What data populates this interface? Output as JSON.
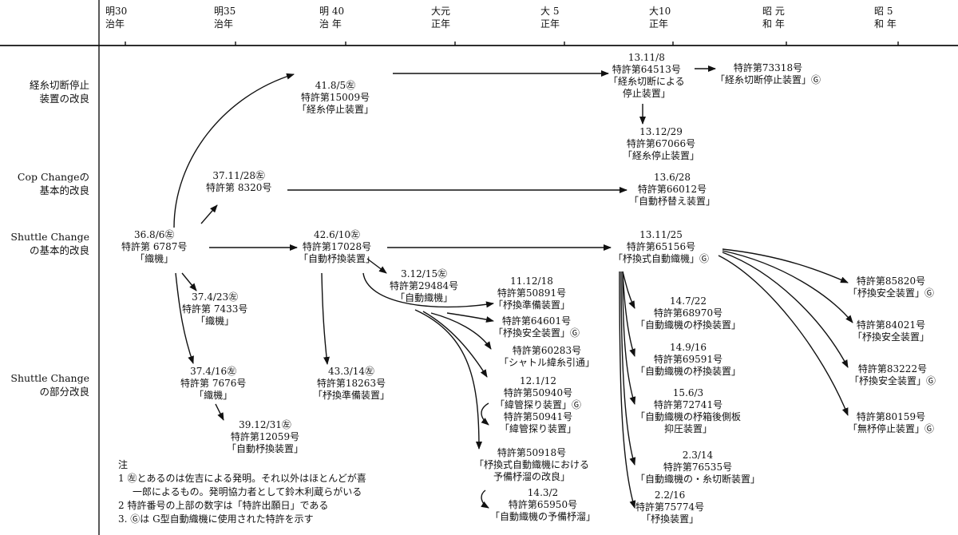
{
  "timeline": [
    {
      "top": "明30",
      "bottom": "治年"
    },
    {
      "top": "明35",
      "bottom": "治年"
    },
    {
      "top": "明 40",
      "bottom": "治 年"
    },
    {
      "top": "大元",
      "bottom": "正年"
    },
    {
      "top": "大 5",
      "bottom": "正年"
    },
    {
      "top": "大10",
      "bottom": "正年"
    },
    {
      "top": "昭 元",
      "bottom": "和 年"
    },
    {
      "top": "昭 5",
      "bottom": "和 年"
    }
  ],
  "rows": [
    {
      "line1": "経糸切断停止",
      "line2": "装置の改良"
    },
    {
      "line1": "Cop Changeの",
      "line2": "基本的改良"
    },
    {
      "line1": "Shuttle Change",
      "line2": "の基本的改良"
    },
    {
      "line1": "Shuttle Change",
      "line2": "の部分改良"
    }
  ],
  "nodes": {
    "p15009": [
      "41.8/5㊧",
      "特許第15009号",
      "「経糸停止装置」"
    ],
    "p64513": [
      "13.11/8",
      "特許第64513号",
      "「経糸切断による",
      "停止装置」"
    ],
    "p73318": [
      "特許第73318号",
      "「経糸切断停止装置」Ⓖ"
    ],
    "p67066": [
      "13.12/29",
      "特許第67066号",
      "「経糸停止装置」"
    ],
    "p8320": [
      "37.11/28㊧",
      "特許第 8320号"
    ],
    "p66012": [
      "13.6/28",
      "特許第66012号",
      "「自動杼替え装置」"
    ],
    "p6787": [
      "36.8/6㊧",
      "特許第 6787号",
      "「織機」"
    ],
    "p17028": [
      "42.6/10㊧",
      "特許第17028号",
      "「自動杼換装置」"
    ],
    "p65156": [
      "13.11/25",
      "特許第65156号",
      "「杼換式自動織機」Ⓖ"
    ],
    "p29484": [
      "3.12/15㊧",
      "特許第29484号",
      "「自動織機」"
    ],
    "p7433": [
      "37.4/23㊧",
      "特許第 7433号",
      "「織機」"
    ],
    "p50891": [
      "11.12/18",
      "特許第50891号",
      "「杼換準備装置」"
    ],
    "p64601": [
      "特許第64601号",
      "「杼換安全装置」Ⓖ"
    ],
    "p60283": [
      "特許第60283号",
      "「シャトル緯糸引通」"
    ],
    "p50940": [
      "12.1/12",
      "特許第50940号",
      "「緯管探り装置」Ⓖ",
      "特許第50941号",
      "「緯管探り装置」"
    ],
    "p50918": [
      "特許第50918号",
      "「杼換式自動織機における",
      "予備杼溜の改良」"
    ],
    "p65950": [
      "14.3/2",
      "特許第65950号",
      "「自動織機の予備杼溜」"
    ],
    "p68970": [
      "14.7/22",
      "特許第68970号",
      "「自動織機の杼換装置」"
    ],
    "p69591": [
      "14.9/16",
      "特許第69591号",
      "「自動織機の杼換装置」"
    ],
    "p72741": [
      "15.6/3",
      "特許第72741号",
      "「自動織機の杼箱後側板",
      "抑圧装置」"
    ],
    "p76535": [
      "2.3/14",
      "特許第76535号",
      "「自動織機の・糸切断装置」"
    ],
    "p75774": [
      "2.2/16",
      "特許第75774号",
      "「杼換装置」"
    ],
    "p85820": [
      "特許第85820号",
      "「杼換安全装置」Ⓖ"
    ],
    "p84021": [
      "特許第84021号",
      "「杼換安全装置」"
    ],
    "p83222": [
      "特許第83222号",
      "「杼換安全装置」Ⓖ"
    ],
    "p80159": [
      "特許第80159号",
      "「無杼停止装置」Ⓖ"
    ],
    "p7676": [
      "37.4/16㊧",
      "特許第 7676号",
      "「織機」"
    ],
    "p18263": [
      "43.3/14㊧",
      "特許第18263号",
      "「杼換準備装置」"
    ],
    "p12059": [
      "39.12/31㊧",
      "特許第12059号",
      "「自動杼換装置」"
    ]
  },
  "notes": {
    "title": "注",
    "items": [
      "1  ㊧とあるのは佐吉による発明。それ以外はほとんどが喜",
      "一郎によるもの。発明協力者として鈴木利蔵らがいる",
      "2  特許番号の上部の数字は「特許出願日」である",
      "3. Ⓖは G型自動織機に使用された特許を示す"
    ]
  }
}
